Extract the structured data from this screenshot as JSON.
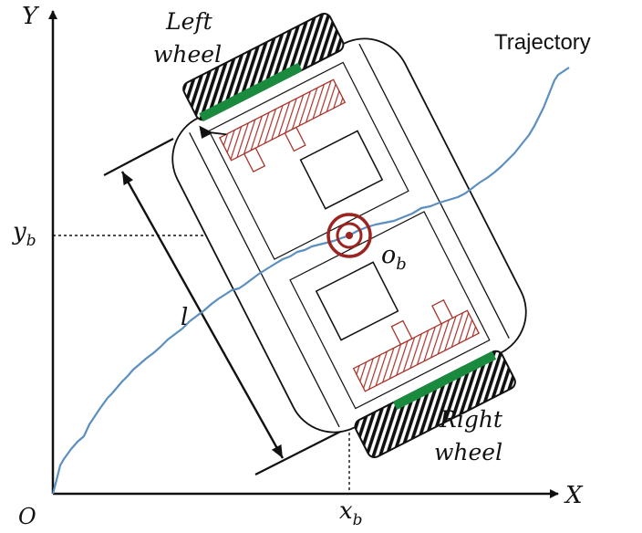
{
  "axes": {
    "x_label": "X",
    "y_label": "Y",
    "origin_label": "O"
  },
  "labels": {
    "left_wheel_line1": "Left",
    "left_wheel_line2": "wheel",
    "right_wheel_line1": "Right",
    "right_wheel_line2": "wheel",
    "trajectory": "Trajectory",
    "wheelbase": "l",
    "center_main": "o",
    "center_sub": "b",
    "xb_main": "x",
    "xb_sub": "b",
    "yb_main": "y",
    "yb_sub": "b"
  },
  "colors": {
    "trajectory": "#5b8fc0",
    "contact_strip": "#1a8a3e",
    "gear": "#a8332b",
    "center_marker": "#9b2320",
    "outline": "#111111"
  }
}
